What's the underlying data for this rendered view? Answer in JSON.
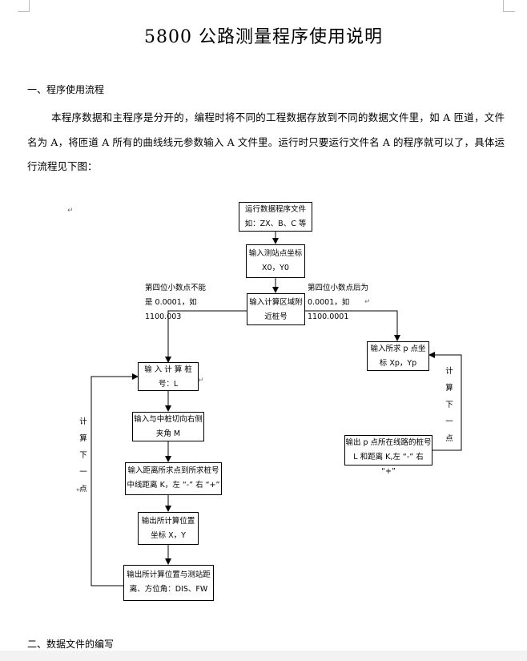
{
  "document": {
    "title": "5800 公路测量程序使用说明",
    "section1_heading": "一、程序使用流程",
    "section1_paragraph": "本程序数据和主程序是分开的，编程时将不同的工程数据存放到不同的数据文件里，如 A 匝道，文件名为 A，将匝道 A 所有的曲线线元参数输入 A 文件里。运行时只要运行文件名 A 的程序就可以了，具体运行流程见下图：",
    "section2_heading": "二、数据文件的编写"
  },
  "flowchart": {
    "boxes": {
      "start": "运行数据程序文件如：ZX、B、C 等",
      "station": "输入测站点坐标 X0，Y0",
      "nearby": "输入计算区域附近桩号",
      "chainage": "输 入 计 算 桩 号：L",
      "angle": "输入与中桩切向右侧夹角 M",
      "offset": "输入距离所求点到所求桩号中线距离 K，左 “-” 右 “+”",
      "output_xy": "输出所计算位置坐标 X，Y",
      "output_dis": "输出所计算位置与测站距离、方位角：DIS、FW",
      "input_p": "输入所求 p 点坐标 Xp，Yp",
      "output_p": "输出 p 点所在线路的桩号 L 和距离 K,左 “-” 右 “+”"
    },
    "labels": {
      "left_note": "第四位小数点不能是 0.0001，如 1100.003",
      "right_note": "第四位小数点后为 0.0001，如 1100.0001",
      "loop_left": "计算下一点",
      "loop_right": "计算下一点"
    }
  }
}
